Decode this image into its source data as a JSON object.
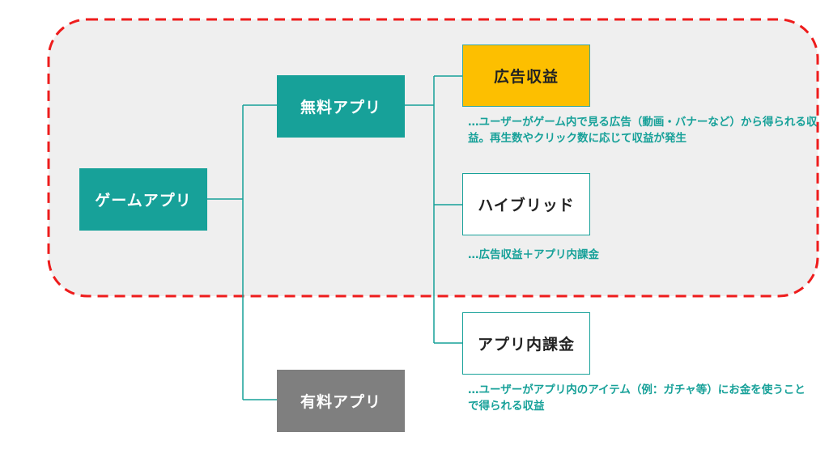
{
  "nodes": {
    "game_app": "ゲームアプリ",
    "free_app": "無料アプリ",
    "paid_app": "有料アプリ",
    "ad_revenue": "広告収益",
    "hybrid": "ハイブリッド",
    "in_app_purchase": "アプリ内課金"
  },
  "notes": {
    "ad_revenue": "…ユーザーがゲーム内で見る広告（動画・バナーなど）から得られる収益。再生数やクリック数に応じて収益が発生",
    "hybrid": "…広告収益＋アプリ内課金",
    "in_app_purchase": "…ユーザーがアプリ内のアイテム（例：ガチャ等）にお金を使うことで得られる収益"
  },
  "colors": {
    "teal": "#17a199",
    "gray": "#7f7f7f",
    "yellow": "#fdbf00",
    "highlight_border": "#ee1c1c",
    "highlight_fill": "#efefef"
  }
}
